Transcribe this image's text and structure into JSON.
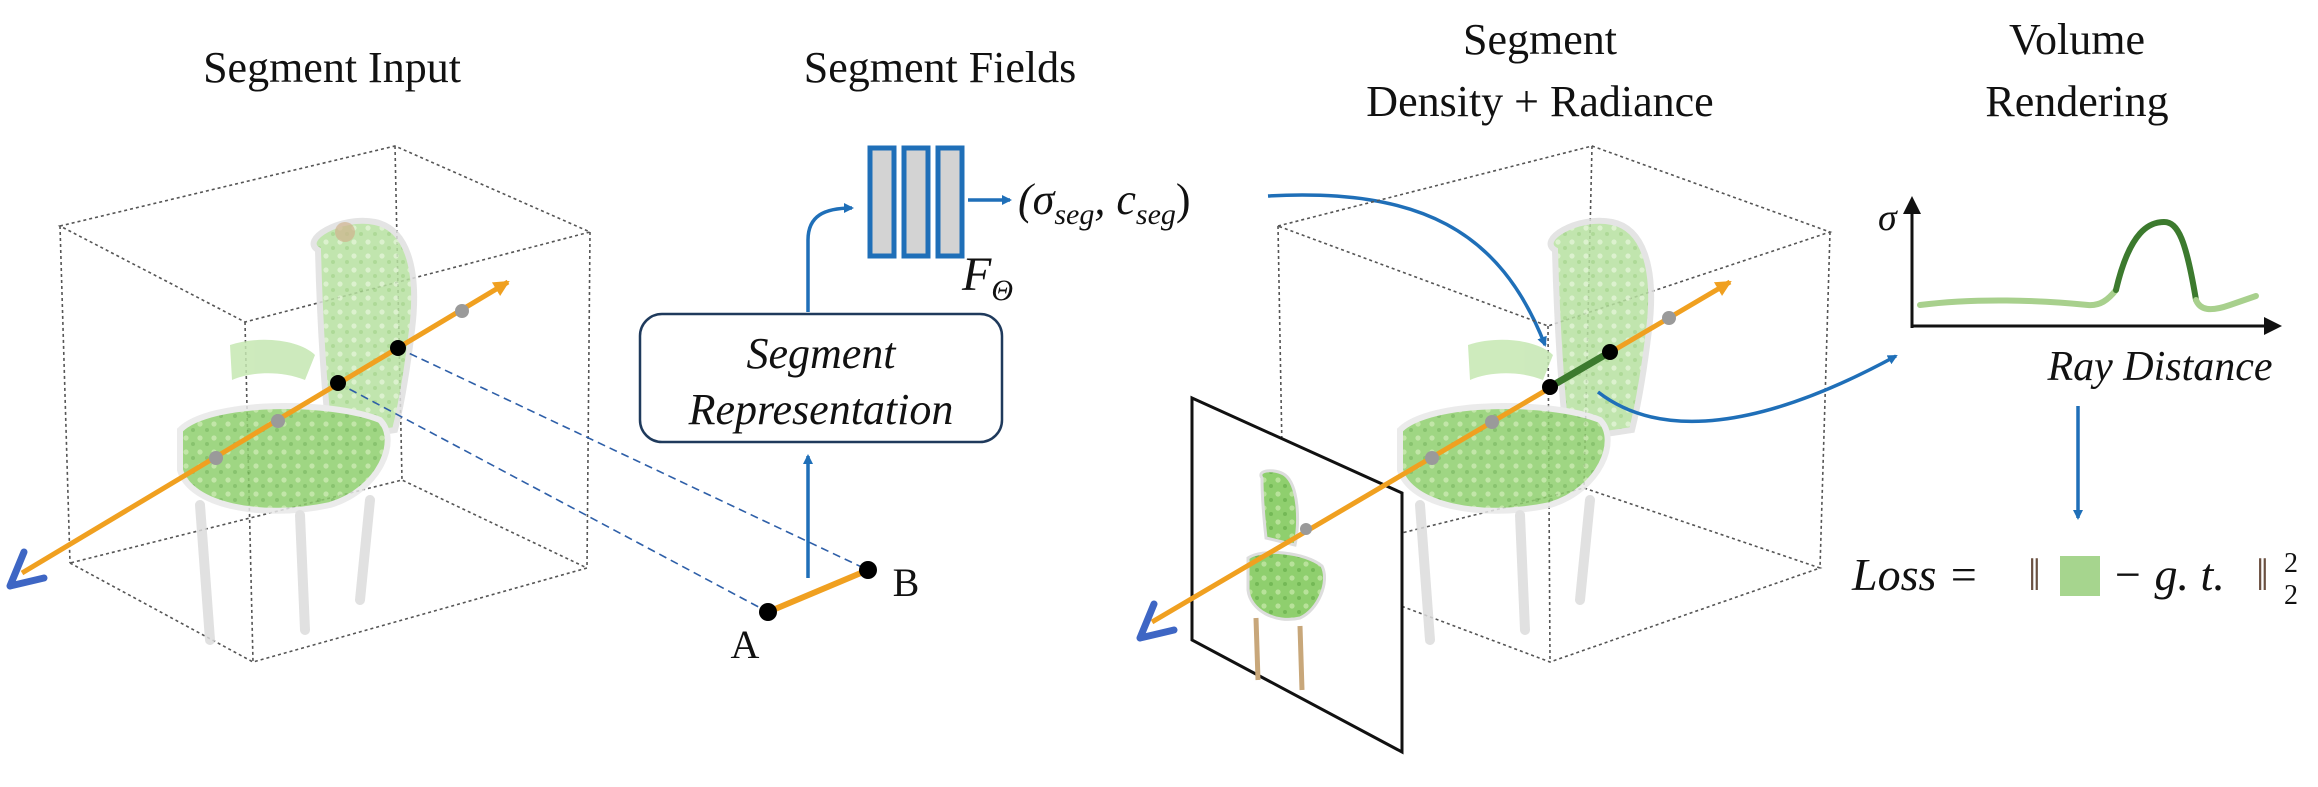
{
  "titles": {
    "segment_input": "Segment Input",
    "segment_fields": "Segment Fields",
    "density_line1": "Segment",
    "density_line2": "Density + Radiance",
    "volume_line1": "Volume",
    "volume_line2": "Rendering"
  },
  "representation": {
    "line1": "Segment",
    "line2": "Representation"
  },
  "network_label": "F",
  "network_subscript": "Θ",
  "fields_output": {
    "open": "(σ",
    "sub1": "seg",
    "comma": ", c",
    "sub2": "seg",
    "close": ")"
  },
  "points": {
    "a": "A",
    "b": "B"
  },
  "plot": {
    "ylabel": "σ",
    "xlabel": "Ray Distance"
  },
  "loss": {
    "label": "Loss =",
    "open_norm": "‖",
    "minus_gt": "− g. t.",
    "close_norm": "‖",
    "sup": "2",
    "sub": "2"
  },
  "colors": {
    "ray": "#F0A020",
    "arrow_blue": "#1F6FB8",
    "camera": "#3E66C4",
    "segment_green": "#3C7A2E",
    "curve_light": "#A8D08D",
    "loss_swatch": "#A6D58E",
    "box": "#555555"
  }
}
